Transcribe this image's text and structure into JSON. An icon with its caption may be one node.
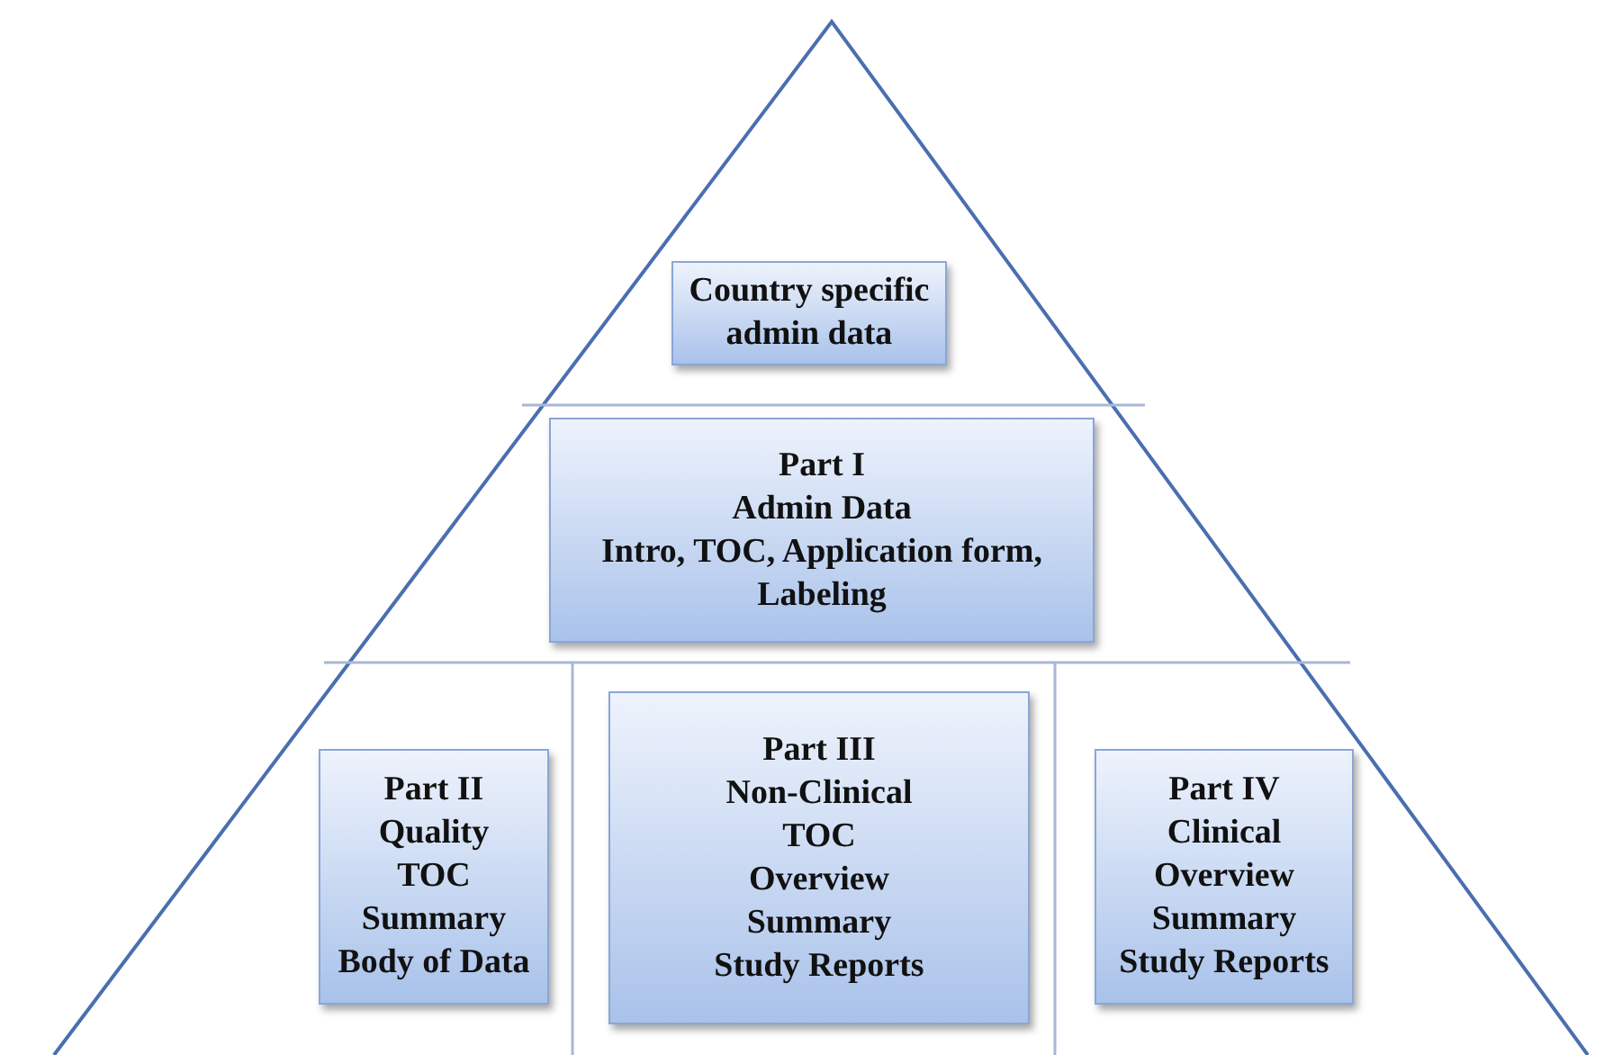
{
  "diagram": {
    "nodes": [
      {
        "text": [
          "Country specific admin data"
        ]
      },
      {
        "text": [
          "Part I",
          "Admin Data",
          "Intro, TOC, Application form, Labeling"
        ]
      },
      {
        "text": [
          "Part II",
          "Quality",
          "TOC",
          "Summary",
          "Body of Data"
        ]
      },
      {
        "text": [
          "Part III",
          "Non-Clinical",
          "TOC",
          "Overview",
          "Summary",
          "Study Reports"
        ]
      },
      {
        "text": [
          "Part IV",
          "Clinical",
          "Overview",
          "Summary",
          "Study Reports"
        ]
      }
    ]
  }
}
